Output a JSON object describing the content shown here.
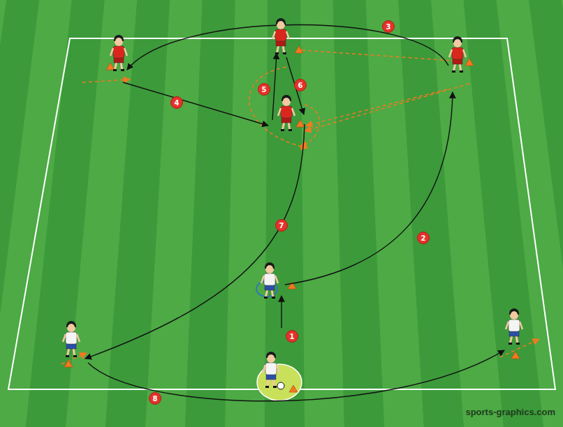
{
  "diagram": {
    "labels": [
      "3",
      "5",
      "6",
      "4",
      "7",
      "2",
      "1",
      "8",
      "sports-graphics.com"
    ]
  }
}
